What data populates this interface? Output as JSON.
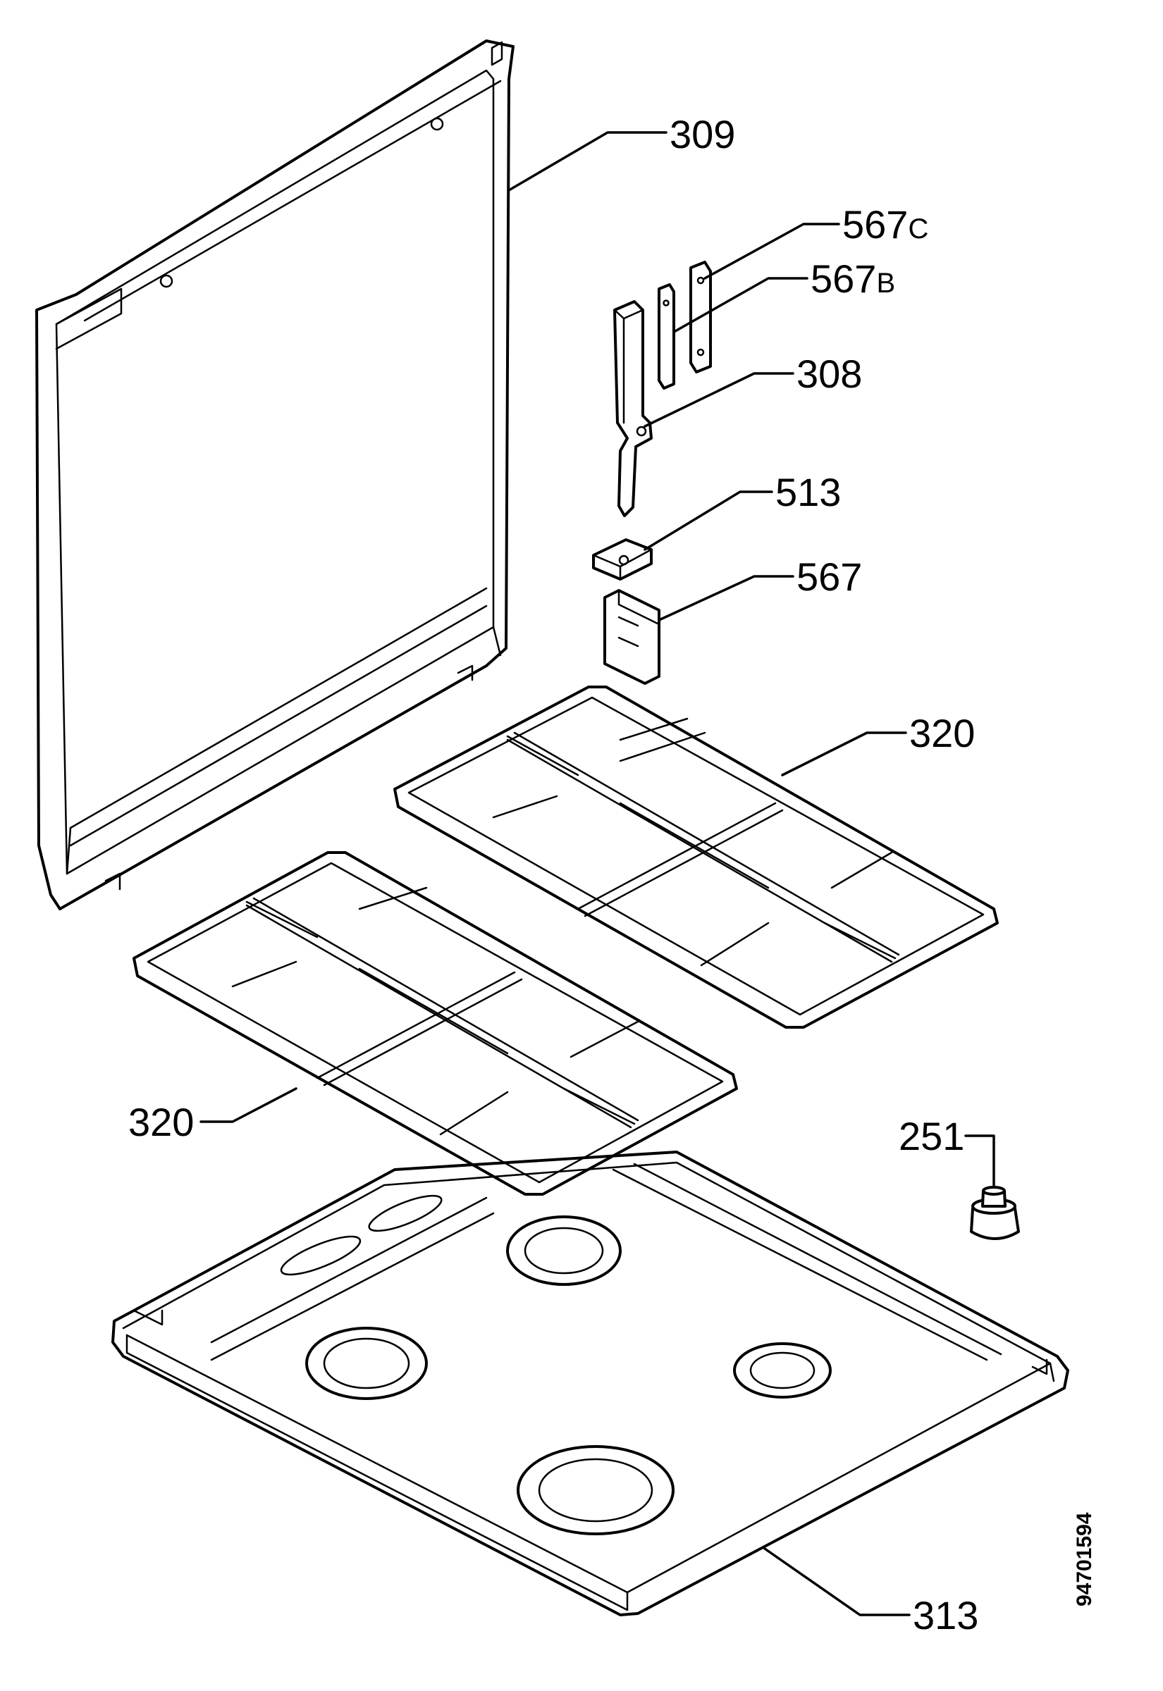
{
  "callouts": {
    "c309": "309",
    "c567c_num": "567",
    "c567c_suffix": "C",
    "c567b_num": "567",
    "c567b_suffix": "B",
    "c308": "308",
    "c513": "513",
    "c567": "567",
    "c320_right": "320",
    "c320_left": "320",
    "c251": "251",
    "c313": "313"
  },
  "drawing_id": "94701594"
}
